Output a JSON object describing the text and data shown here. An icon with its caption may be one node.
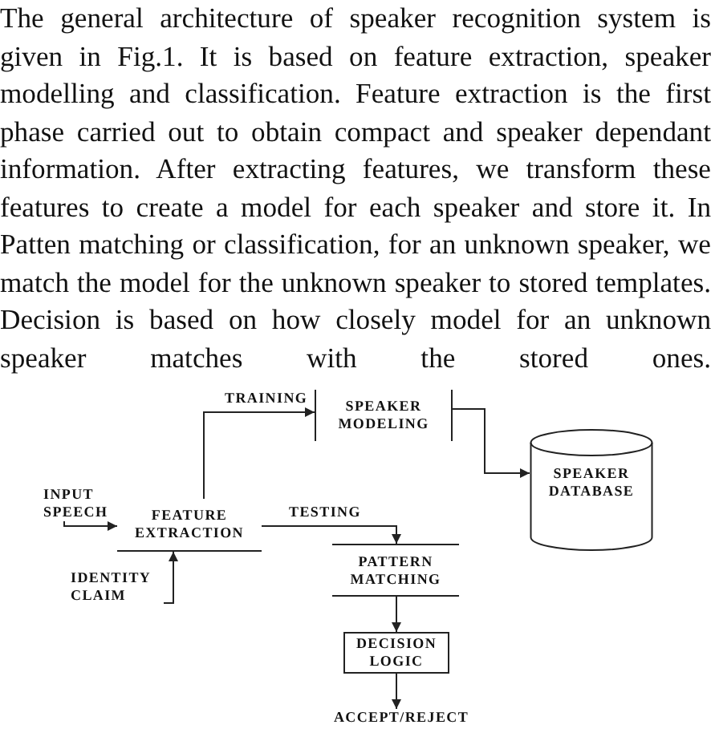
{
  "diagram": {
    "nodes": [
      {
        "text": [
          "SPEAKER MODELING"
        ]
      },
      {
        "text": [
          "SPEAKER DATABASE"
        ]
      },
      {
        "text": [
          "INPUT SPEECH"
        ]
      },
      {
        "text": [
          "FEATURE EXTRACTION"
        ]
      },
      {
        "text": [
          "IDENTITY CLAIM"
        ]
      },
      {
        "text": [
          "PATTERN MATCHING"
        ]
      },
      {
        "text": [
          "DECISION LOGIC"
        ]
      },
      {
        "text": [
          "ACCEPT/REJECT"
        ]
      }
    ],
    "edges": [
      {
        "from": 2,
        "to": 3,
        "arrow": "to"
      },
      {
        "from": 4,
        "to": 3,
        "arrow": "to"
      },
      {
        "from": 3,
        "to": 0,
        "arrow": "to",
        "label": "TRAINING"
      },
      {
        "from": 0,
        "to": 1,
        "arrow": "to"
      },
      {
        "from": 3,
        "to": 5,
        "arrow": "to",
        "label": "TESTING"
      },
      {
        "from": 5,
        "to": 6,
        "arrow": "to"
      },
      {
        "from": 6,
        "to": 7,
        "arrow": "to"
      }
    ],
    "labels": [
      "The general architecture of speaker recognition system is given in Fig.1. It is based on feature extraction, speaker modelling and classification. Feature extraction is the first phase carried out to obtain compact and speaker dependant information. After extracting features, we transform these features to create a model for each speaker and store it. In Patten matching or classification, for an unknown speaker, we match the model for the unknown speaker to stored templates. Decision is based on how closely model for an unknown speaker matches with the stored ones."
    ]
  }
}
